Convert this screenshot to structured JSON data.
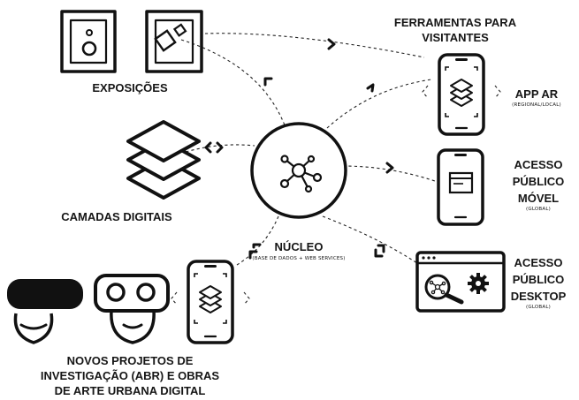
{
  "hub": {
    "title": "NÚCLEO",
    "subtitle": "(BASE DE DADOS + WEB  SERVICES)"
  },
  "nodes": {
    "exposicoes": {
      "label": "EXPOSIÇÕES"
    },
    "camadas": {
      "label": "CAMADAS DIGITAIS"
    },
    "ferramentas": {
      "line1": "FERRAMENTAS PARA",
      "line2": "VISITANTES"
    },
    "app_ar": {
      "label": "APP AR",
      "scope": "(REGIONAL/LOCAL)"
    },
    "movel": {
      "line1": "ACESSO",
      "line2": "PÚBLICO",
      "line3": "MÓVEL",
      "scope": "(GLOBAL)"
    },
    "desktop": {
      "line1": "ACESSO",
      "line2": "PÚBLICO",
      "line3": "DESKTOP",
      "scope": "(GLOBAL)"
    },
    "novos": {
      "line1": "NOVOS PROJETOS DE",
      "line2": "INVESTIGAÇÃO (ABR) E OBRAS",
      "line3": "DE ARTE URBANA DIGITAL"
    }
  }
}
